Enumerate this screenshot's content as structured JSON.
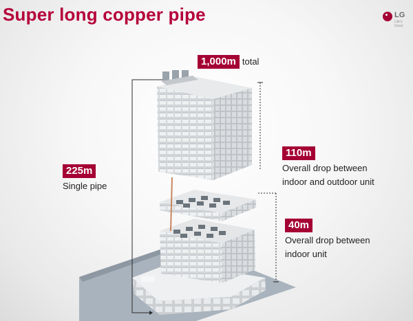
{
  "title": "Super long copper pipe",
  "logo": {
    "text": "LG",
    "tagline": "Life's Good",
    "color": "#a50034"
  },
  "callouts": {
    "total": {
      "value": "1,000m",
      "label": "total"
    },
    "single_pipe": {
      "value": "225m",
      "line1": "Single pipe"
    },
    "drop_indoor_outdoor": {
      "value": "110m",
      "line1": "Overall drop between",
      "line2": "indoor and outdoor unit"
    },
    "drop_indoor": {
      "value": "40m",
      "line1": "Overall drop between",
      "line2": "indoor unit"
    }
  },
  "colors": {
    "accent": "#a50034",
    "title": "#b5003a"
  }
}
